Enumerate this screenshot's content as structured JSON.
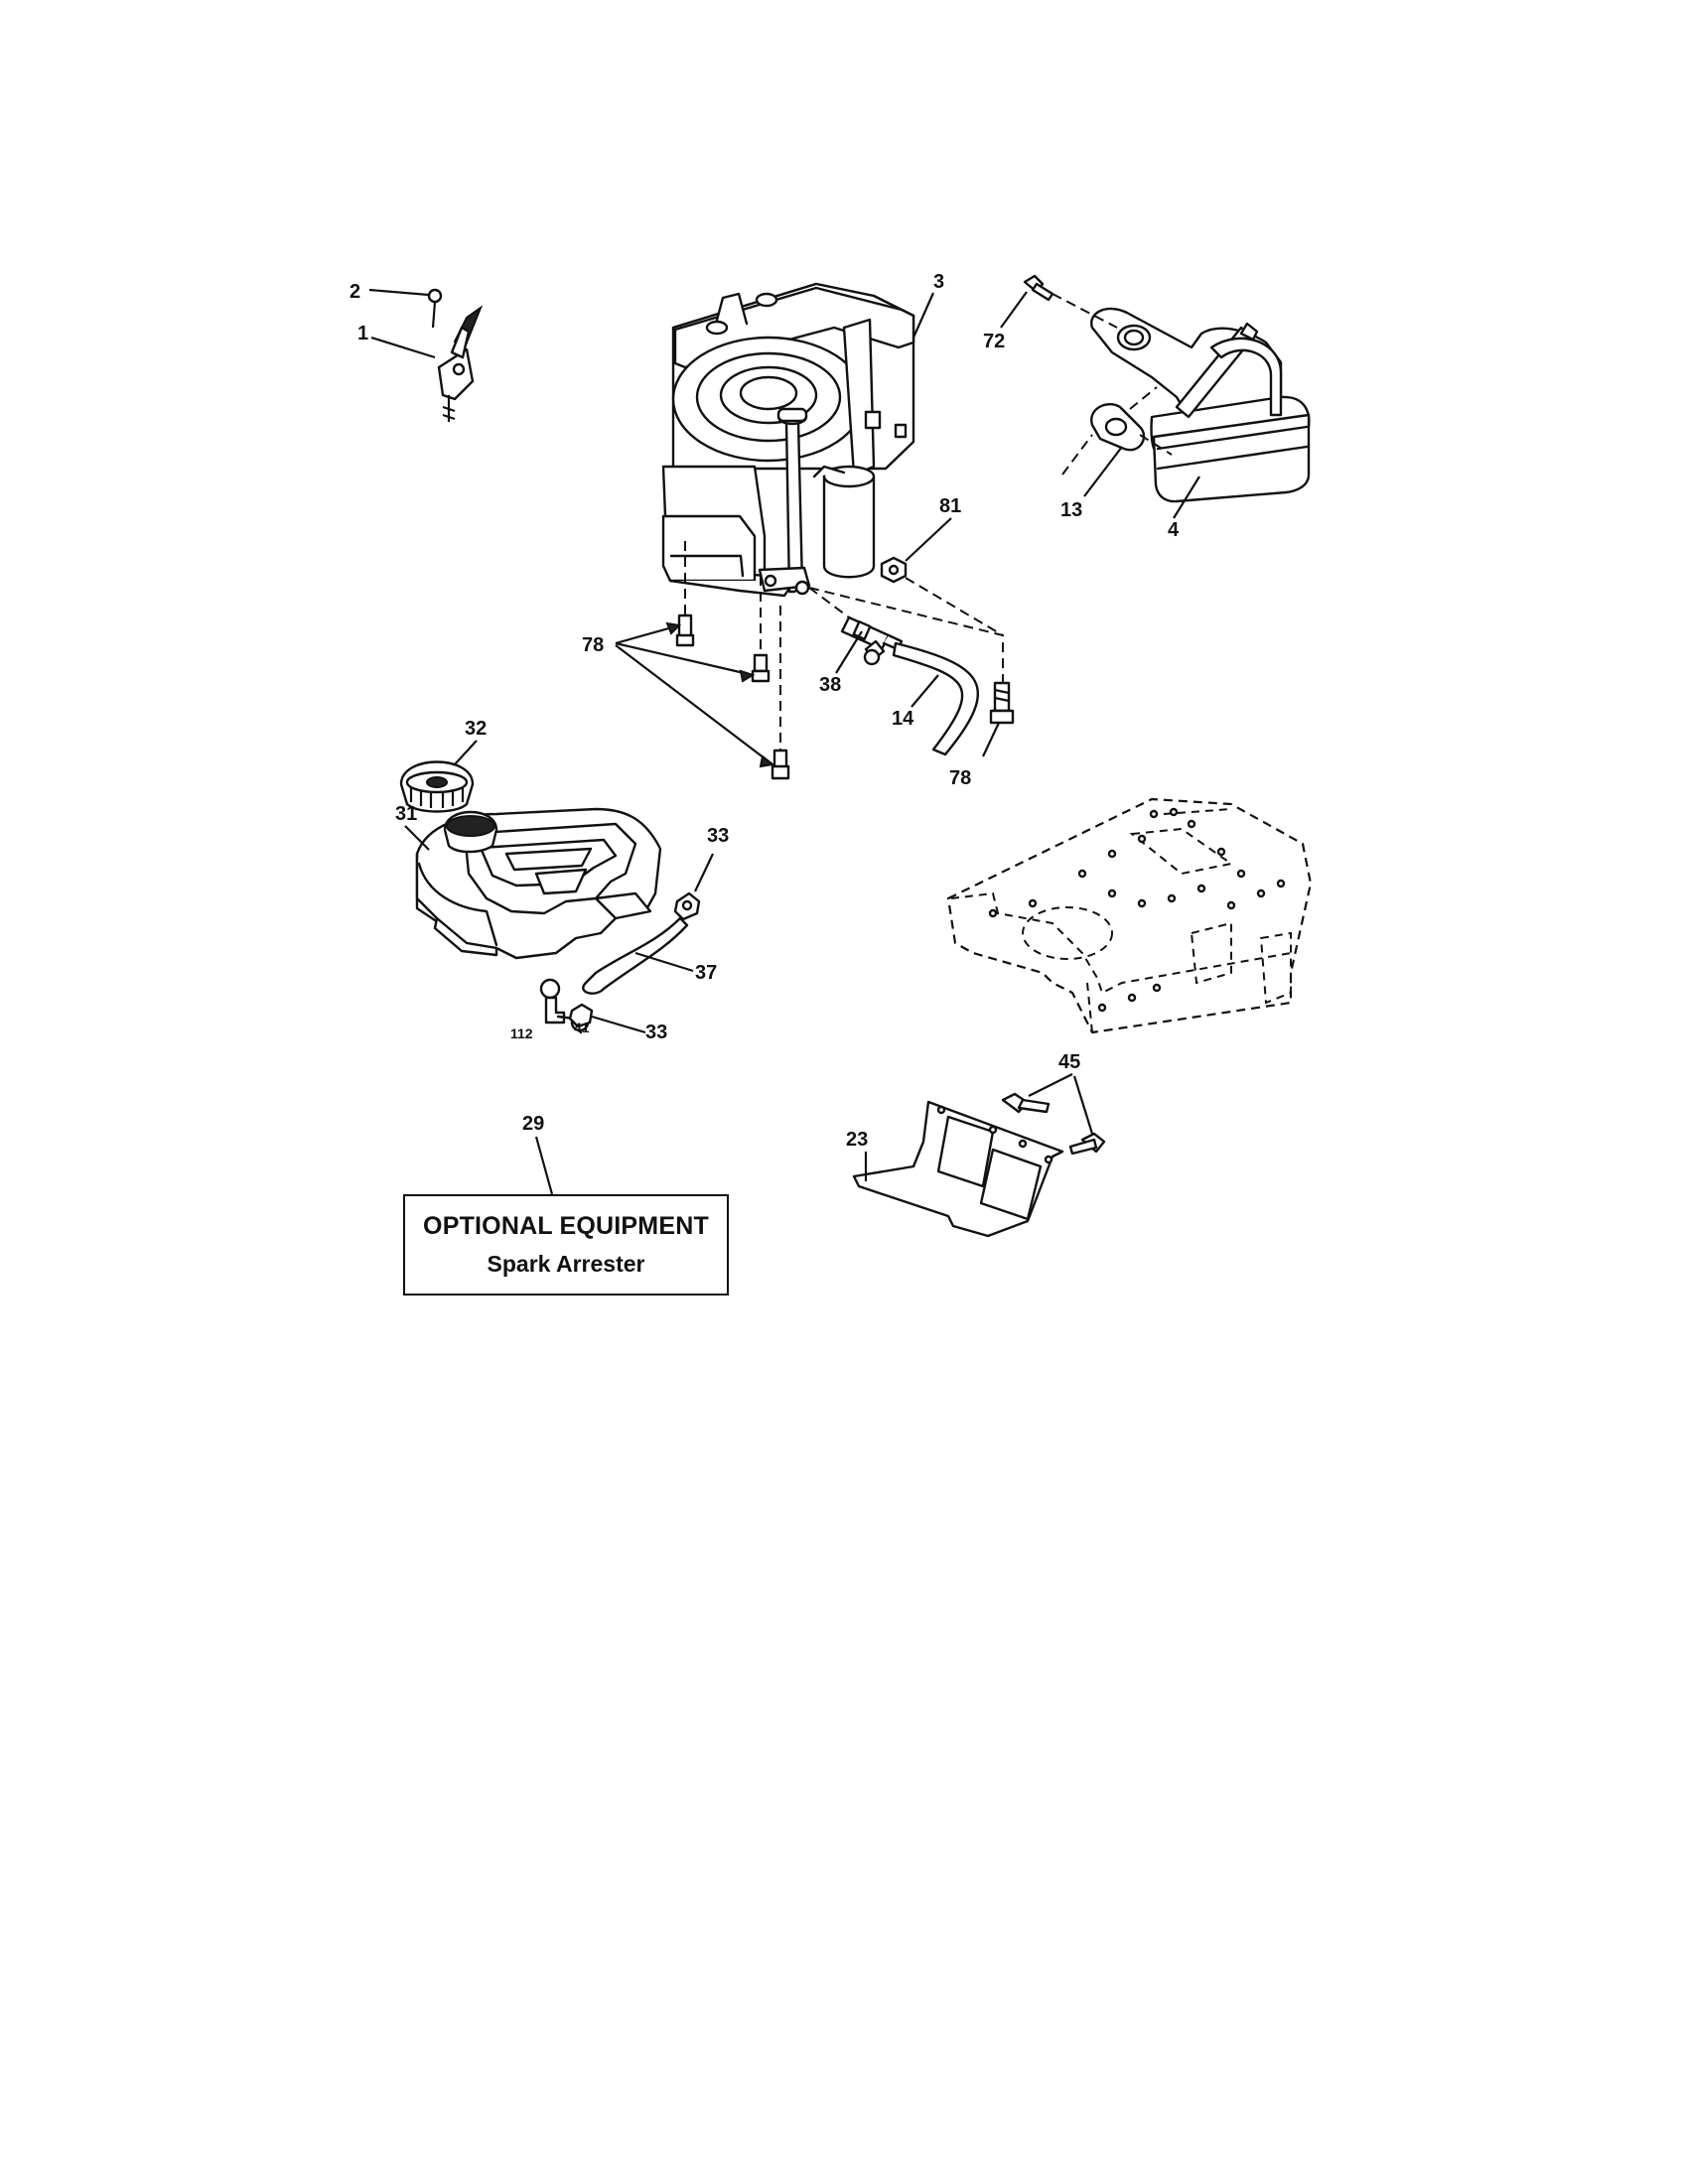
{
  "callouts": {
    "c1": "1",
    "c2": "2",
    "c3": "3",
    "c4": "4",
    "c13": "13",
    "c14": "14",
    "c23": "23",
    "c29": "29",
    "c31": "31",
    "c32": "32",
    "c33a": "33",
    "c33b": "33",
    "c37": "37",
    "c38": "38",
    "c41": "41",
    "c45": "45",
    "c72": "72",
    "c78a": "78",
    "c78b": "78",
    "c81": "81",
    "c112": "112"
  },
  "optional_box": {
    "title": "OPTIONAL EQUIPMENT",
    "subtitle": "Spark Arrester"
  }
}
